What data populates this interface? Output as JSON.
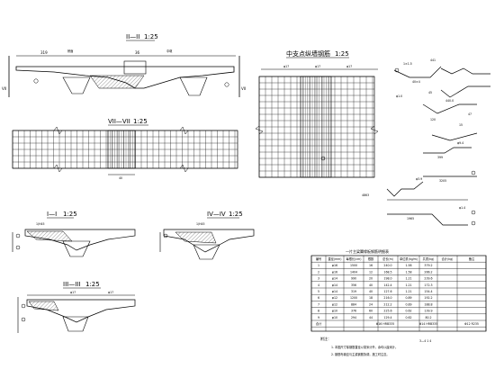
{
  "sections": {
    "s2": {
      "label": "II—II",
      "scale": "1:25",
      "dim_left": "319",
      "dim_mid": "36",
      "label_a": "桥面",
      "label_b": "中墩"
    },
    "s7": {
      "label": "VII—VII",
      "scale": "1:25",
      "dim_bottom": "40"
    },
    "s1": {
      "label": "I—I",
      "scale": "1:25",
      "dim_top": "1/H45"
    },
    "s4": {
      "label": "IV—IV",
      "scale": "1:25",
      "dim_top": "1/H45"
    },
    "s3": {
      "label": "III—III",
      "scale": "1:25",
      "dim_a": "φ17",
      "dim_b": "φ17"
    },
    "plan": {
      "label": "中支点纵墙钢筋",
      "scale": "1:25",
      "dim_a": "φ17",
      "dim_b": "φ17",
      "dim_c": "φ17"
    }
  },
  "details": {
    "d1": {
      "a": "1×1.5",
      "b": "40×4",
      "c": "441",
      "d": "φ1.0",
      "e": "45"
    },
    "d2": {
      "a": "440.0",
      "b": "120",
      "c": "47",
      "d": "15"
    },
    "d3": {
      "a": "φ9.4",
      "b": "399",
      "c": "3205"
    },
    "d4": {
      "a": "φ3.9",
      "b": "4863",
      "c": "1965",
      "d": "φ1.4"
    }
  },
  "table": {
    "title": "一片主梁翼缘板钢筋明细表",
    "headers": [
      "编号",
      "直径(mm)",
      "每根长(cm)",
      "根数",
      "总长(m)",
      "单位重(kg/m)",
      "共重(kg)",
      "合计(kg)",
      "备注"
    ],
    "rows": [
      [
        "1",
        "φ16",
        "1500",
        "16",
        "240.0",
        "1.58",
        "379.2",
        "",
        ""
      ],
      [
        "2",
        "φ16",
        "1404",
        "12",
        "168.5",
        "1.58",
        "266.2",
        "",
        ""
      ],
      [
        "3",
        "φ14",
        "990",
        "20",
        "198.0",
        "1.21",
        "239.6",
        "",
        ""
      ],
      [
        "4",
        "φ14",
        "356",
        "40",
        "142.4",
        "1.21",
        "172.3",
        "",
        ""
      ],
      [
        "5",
        "φ14",
        "319",
        "40",
        "127.6",
        "1.21",
        "154.4",
        "",
        ""
      ],
      [
        "6",
        "φ12",
        "1200",
        "18",
        "216.0",
        "0.89",
        "192.2",
        "",
        ""
      ],
      [
        "7",
        "φ12",
        "884",
        "24",
        "212.2",
        "0.89",
        "188.8",
        "",
        ""
      ],
      [
        "8",
        "φ10",
        "376",
        "60",
        "225.6",
        "0.62",
        "139.9",
        "",
        ""
      ],
      [
        "9",
        "φ10",
        "294",
        "44",
        "129.4",
        "0.62",
        "80.2",
        "",
        ""
      ]
    ],
    "footer": [
      "合计",
      "Φ16 HRB335",
      "Φ14 HRB335",
      "Φ12 R235"
    ],
    "note_title": "附注：",
    "notes": [
      "1. 本图尺寸除钢筋直径以毫米计外，余均以厘米计。",
      "2. 钢筋布置应与主梁钢筋协调，施工时注意。"
    ],
    "page": "3—4  1 4"
  }
}
